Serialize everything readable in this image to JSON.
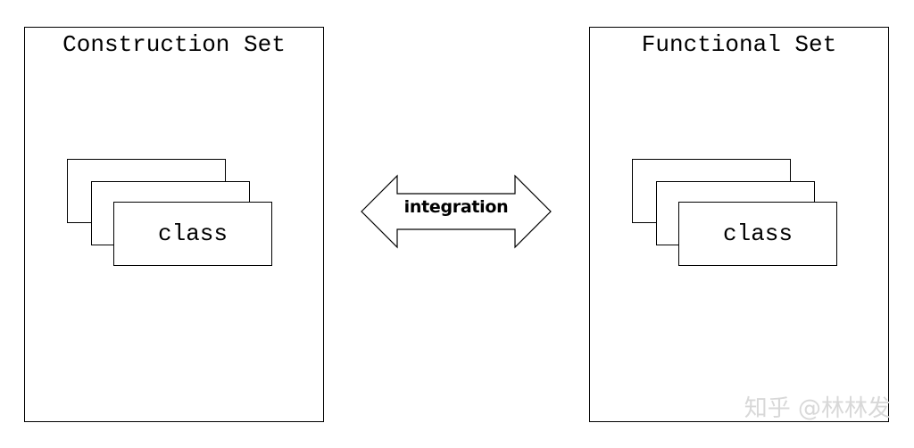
{
  "construction_set": {
    "title": "Construction Set",
    "card_label": "class"
  },
  "integration": {
    "label": "integration"
  },
  "functional_set": {
    "title": "Functional Set",
    "card_label": "class"
  },
  "watermark": {
    "text": "知乎 @林林发"
  }
}
